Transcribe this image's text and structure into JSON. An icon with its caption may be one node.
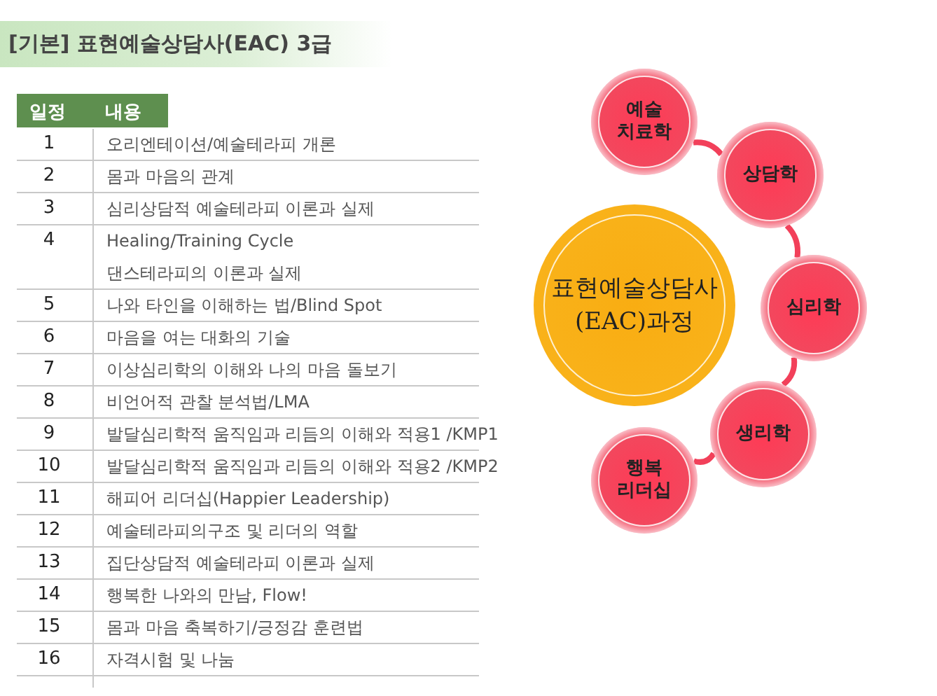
{
  "diagram": {
    "title": "[기본] 표현예술상담사(EAC) 3급",
    "nodes": [
      {
        "text": [
          "표현예술상담사 (EAC)과정"
        ]
      },
      {
        "text": [
          "예술 치료학"
        ]
      },
      {
        "text": [
          "상담학"
        ]
      },
      {
        "text": [
          "심리학"
        ]
      },
      {
        "text": [
          "생리학"
        ]
      },
      {
        "text": [
          "행복 리더십"
        ]
      }
    ],
    "edges": [
      {
        "from": 1,
        "to": 2,
        "arrow": "none"
      },
      {
        "from": 2,
        "to": 3,
        "arrow": "none"
      },
      {
        "from": 3,
        "to": 4,
        "arrow": "none"
      },
      {
        "from": 4,
        "to": 5,
        "arrow": "none"
      }
    ],
    "labels": [
      "일정",
      "내용",
      "1",
      "오리엔테이션/예술테라피 개론",
      "2",
      "몸과 마음의 관계",
      "3",
      "심리상담적 예술테라피 이론과 실제",
      "4",
      "Healing/Training Cycle",
      "댄스테라피의 이론과 실제",
      "5",
      "나와 타인을 이해하는 법/Blind Spot",
      "6",
      "마음을 여는 대화의 기술",
      "7",
      "이상심리학의 이해와 나의 마음 돌보기",
      "8",
      "비언어적 관찰 분석법/LMA",
      "9",
      "발달심리학적 움직임과 리듬의 이해와 적용1 /KMP1",
      "10",
      "발달심리학적 움직임과 리듬의 이해와 적용2 /KMP2",
      "11",
      "해피어 리더십(Happier Leadership)",
      "12",
      "예술테라피의구조 및 리더의 역할",
      "13",
      "집단상담적 예술테라피 이론과 실제",
      "14",
      "행복한 나와의 만남, Flow!",
      "15",
      "몸과 마음 축복하기/긍정감 훈련법",
      "16",
      "자격시험 및 나눔"
    ]
  }
}
